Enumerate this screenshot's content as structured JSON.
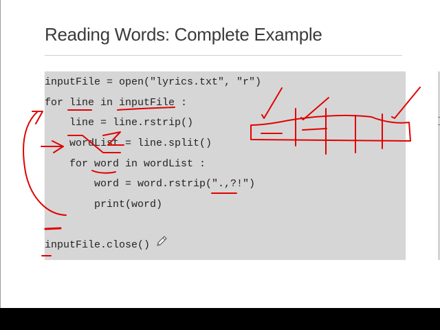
{
  "slide": {
    "title": "Reading Words: Complete Example",
    "code_lines": [
      "inputFile = open(\"lyrics.txt\", \"r\")",
      "for line in inputFile :",
      "    line = line.rstrip()",
      "    wordList = line.split()",
      "    for word in wordList :",
      "        word = word.rstrip(\".,?!\")",
      "        print(word)",
      "",
      "inputFile.close()"
    ],
    "annotation_color": "#e00000",
    "tool_icon": "pencil-icon"
  }
}
